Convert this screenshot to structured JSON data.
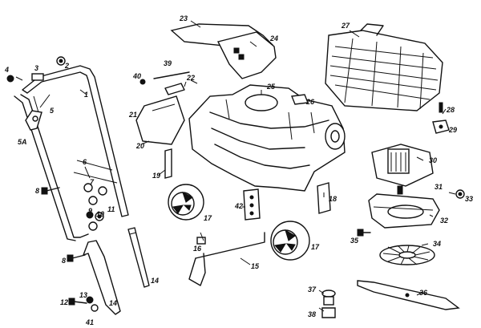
{
  "part_labels": [
    "1",
    "2",
    "3",
    "4",
    "5",
    "5A",
    "6",
    "7",
    "8",
    "8",
    "9",
    "10",
    "11",
    "12",
    "13",
    "14",
    "14",
    "15",
    "16",
    "17",
    "17",
    "18",
    "19",
    "20",
    "21",
    "22",
    "23",
    "24",
    "25",
    "26",
    "27",
    "28",
    "29",
    "30",
    "31",
    "32",
    "33",
    "34",
    "35",
    "36",
    "37",
    "38",
    "39",
    "40",
    "41",
    "42"
  ]
}
